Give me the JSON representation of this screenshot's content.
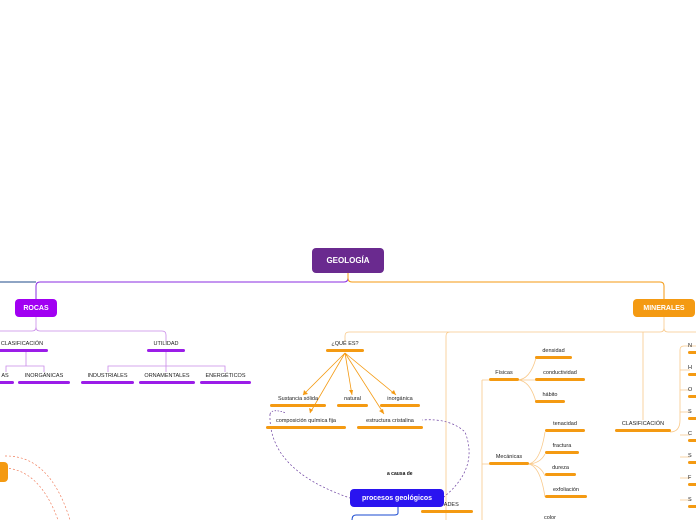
{
  "root": {
    "label": "GEOLOGÍA",
    "color": "#6a2a8f"
  },
  "rocas": {
    "label": "ROCAS",
    "color": "#a100f2",
    "clasificacion": "CLASIFICACIÓN",
    "utilidad": "UTILIDAD",
    "clasificacion_items": [
      "AS",
      "INORGÁNICAS"
    ],
    "utilidad_items": [
      "INDUSTRIALES",
      "ORNAMENTALES",
      "ENERGÉTICOS"
    ]
  },
  "minerales": {
    "label": "MINERALES",
    "color": "#f49a12",
    "que_es": "¿QUÉ ES?",
    "que_es_items": [
      "Sustancia sólida",
      "natural",
      "inorgánica",
      "composición química fija",
      "estructura cristalina"
    ],
    "propiedades": "...DADES",
    "fisicas": {
      "label": "Físicas",
      "items": [
        "densidad",
        "conductividad",
        "hábito"
      ]
    },
    "mecanicas": {
      "label": "Mecánicas",
      "items": [
        "tenacidad",
        "fractura",
        "dureza",
        "exfoliación"
      ]
    },
    "otras_partial": "color",
    "clasificacion": "CLASIFICACIÓN",
    "clasificacion_partial": [
      "N",
      "H",
      "O",
      "S",
      "C",
      "S",
      "F",
      "S"
    ]
  },
  "procesos": {
    "label": "procesos geológicos",
    "color": "#2a14f0",
    "note": "a causa de"
  }
}
